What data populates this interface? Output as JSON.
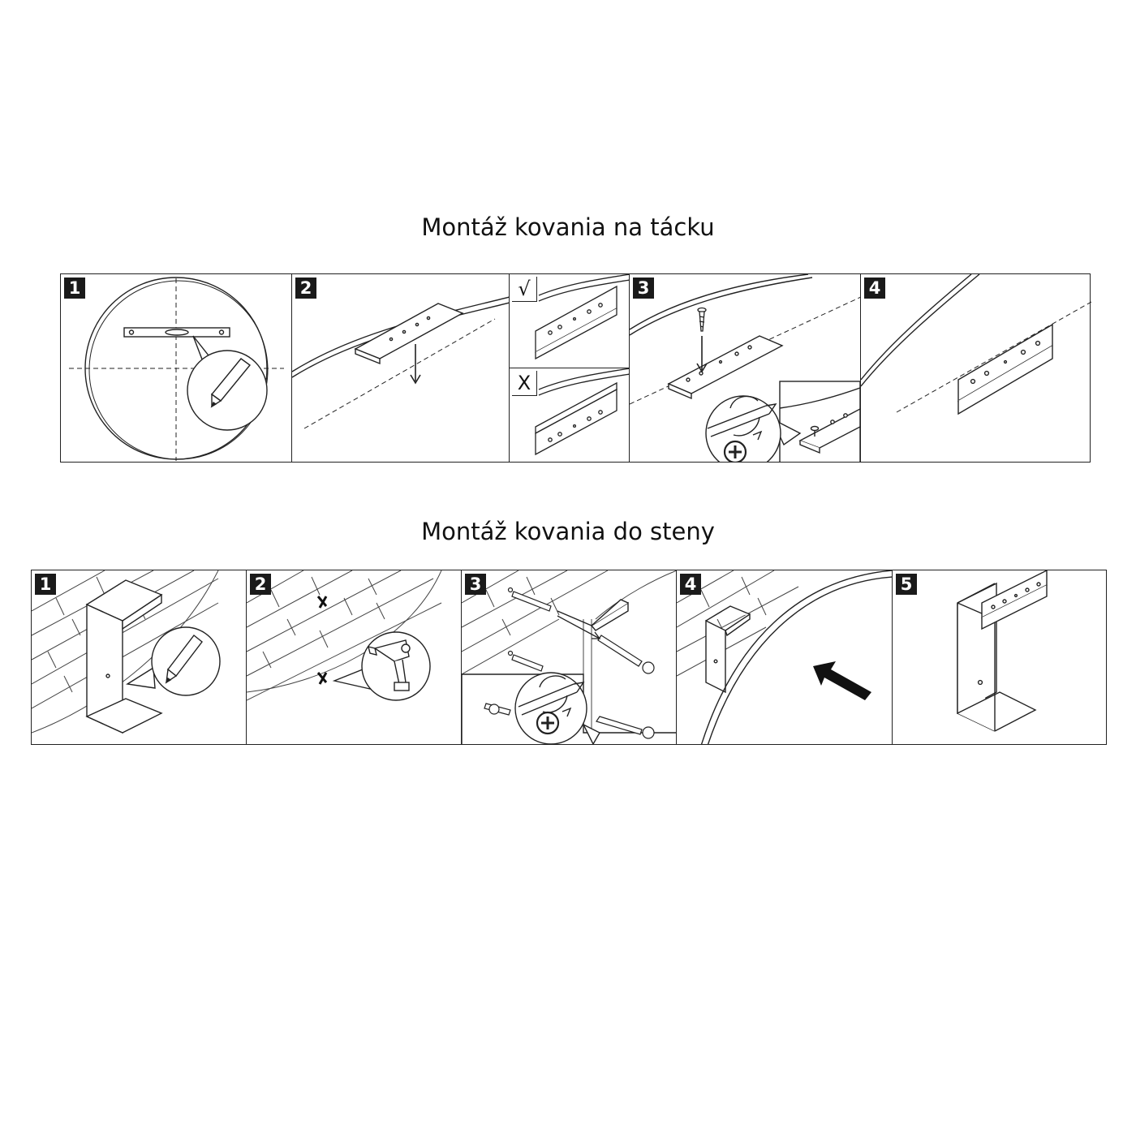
{
  "titles": {
    "tray": "Montáž kovania na tácku",
    "wall": "Montáž kovania do steny"
  },
  "tray_steps": [
    {
      "label": "1"
    },
    {
      "label": "2"
    },
    {
      "label": "3"
    },
    {
      "label": "4"
    }
  ],
  "tray_check_marks": {
    "correct": "√",
    "wrong": "X"
  },
  "wall_steps": [
    {
      "label": "1"
    },
    {
      "label": "2"
    },
    {
      "label": "3"
    },
    {
      "label": "4"
    },
    {
      "label": "5"
    }
  ],
  "icons": {
    "level": "spirit-level-icon",
    "pencil": "pencil-icon",
    "screw": "screw-icon",
    "screwdriver": "screwdriver-icon",
    "drill": "drill-icon",
    "arrow": "arrow-icon",
    "plus": "plus-icon"
  },
  "colors": {
    "line": "#222222",
    "badge": "#1a1a1a",
    "background": "#ffffff"
  }
}
